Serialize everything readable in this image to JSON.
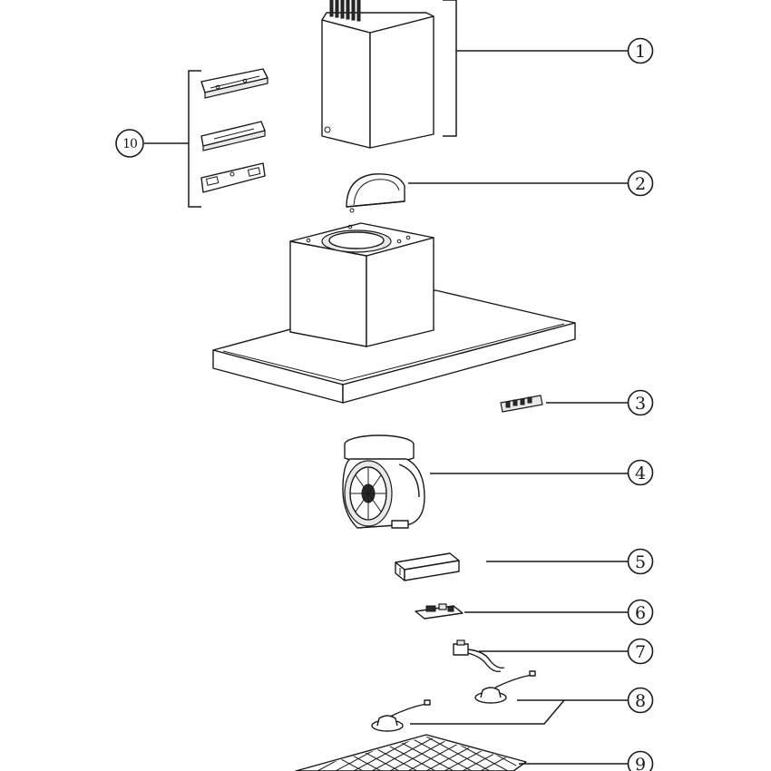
{
  "callouts": [
    {
      "id": "1",
      "label": "1"
    },
    {
      "id": "2",
      "label": "2"
    },
    {
      "id": "3",
      "label": "3"
    },
    {
      "id": "4",
      "label": "4"
    },
    {
      "id": "5",
      "label": "5"
    },
    {
      "id": "6",
      "label": "6"
    },
    {
      "id": "7",
      "label": "7"
    },
    {
      "id": "8",
      "label": "8"
    },
    {
      "id": "9",
      "label": "9"
    },
    {
      "id": "10",
      "label": "10"
    }
  ],
  "colors": {
    "line": "#1a1a1a",
    "background": "#ffffff",
    "shade": "#e9e9e9"
  }
}
